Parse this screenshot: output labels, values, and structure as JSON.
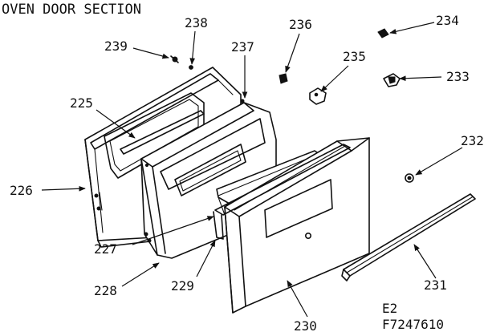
{
  "title": "OVEN DOOR SECTION",
  "drawing_code": [
    "E2",
    "F7247610"
  ],
  "part_numbers": {
    "p225": "225",
    "p226": "226",
    "p227": "227",
    "p228": "228",
    "p229": "229",
    "p230": "230",
    "p231": "231",
    "p232": "232",
    "p233": "233",
    "p234": "234",
    "p235": "235",
    "p236": "236",
    "p237": "237",
    "p238": "238",
    "p239": "239"
  }
}
